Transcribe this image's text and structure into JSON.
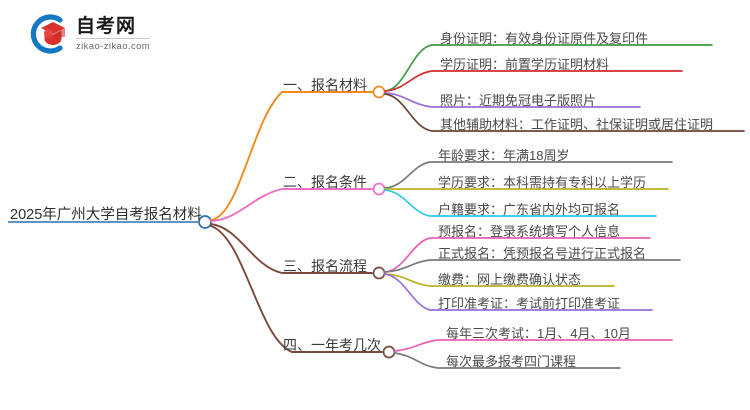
{
  "logo": {
    "mark_name": "zikao-graduation-cap-logo",
    "title": "自考网",
    "subtitle": "zikao-zikao.com",
    "arc_color": "#1477c4",
    "cap_color": "#d9322c"
  },
  "mindmap": {
    "root": {
      "label": "2025年广州大学自考报名材料",
      "color": "#2f6fb5"
    },
    "branches": [
      {
        "label": "一、报名材料",
        "color": "#f08a1e",
        "children": [
          {
            "label": "身份证明：有效身份证原件及复印件",
            "color": "#3f9c45"
          },
          {
            "label": "学历证明：前置学历证明材料",
            "color": "#d62b2b"
          },
          {
            "label": "照片：近期免冠电子版照片",
            "color": "#9b6fd6"
          },
          {
            "label": "其他辅助材料：工作证明、社保证明或居住证明",
            "color": "#6b4636"
          }
        ]
      },
      {
        "label": "二、报名条件",
        "color": "#ef6fc4",
        "children": [
          {
            "label": "年龄要求：年满18周岁",
            "color": "#7a7a7a"
          },
          {
            "label": "学历要求：本科需持有专科以上学历",
            "color": "#b9b320"
          },
          {
            "label": "户籍要求：广东省内外均可报名",
            "color": "#2ec9e8"
          }
        ]
      },
      {
        "label": "三、报名流程",
        "color": "#7a4a3c",
        "children": [
          {
            "label": "预报名：登录系统填写个人信息",
            "color": "#ee5fb4"
          },
          {
            "label": "正式报名：凭预报名号进行正式报名",
            "color": "#7a7a7a"
          },
          {
            "label": "缴费：网上缴费确认状态",
            "color": "#b9b320"
          },
          {
            "label": "打印准考证：考试前打印准考证",
            "color": "#9b6fd6"
          }
        ]
      },
      {
        "label": "四、一年考几次",
        "color": "#7a4a3c",
        "children": [
          {
            "label": "每年三次考试：1月、4月、10月",
            "color": "#ee5fb4"
          },
          {
            "label": "每次最多报考四门课程",
            "color": "#7a7a7a"
          }
        ]
      }
    ]
  }
}
